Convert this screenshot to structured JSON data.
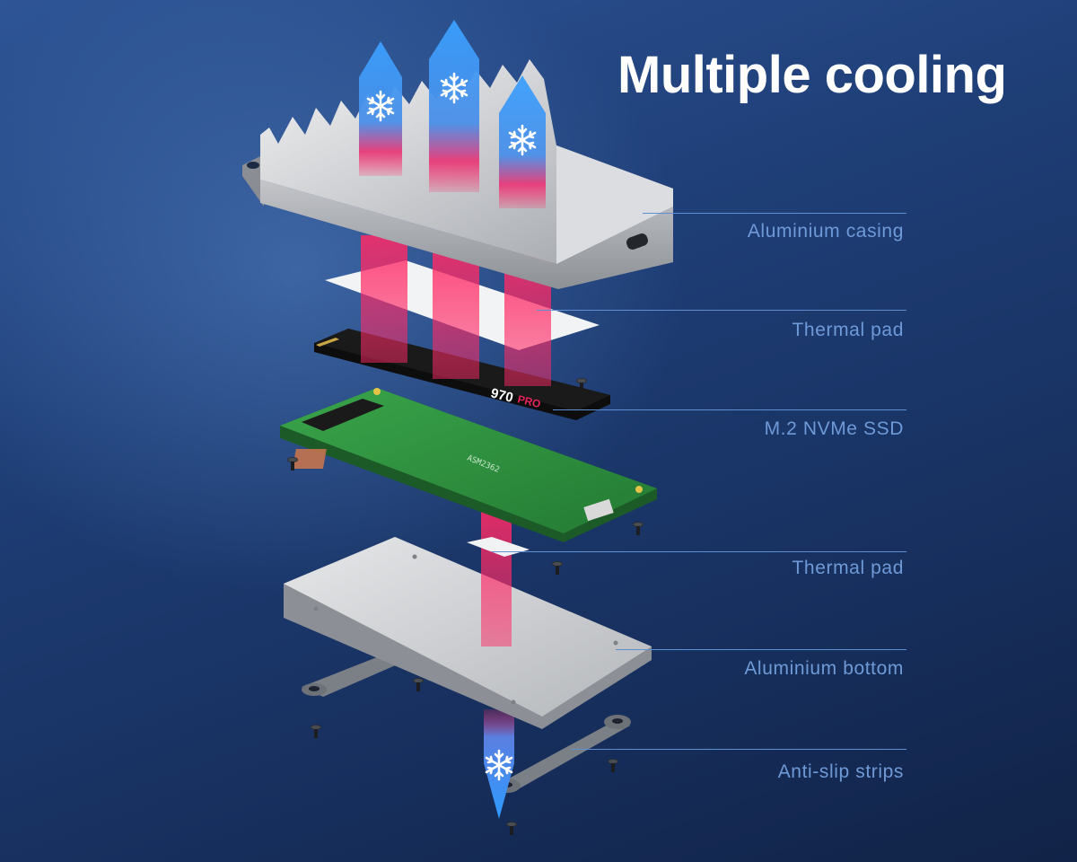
{
  "title": "Multiple cooling",
  "layers": [
    {
      "label": "Aluminium casing"
    },
    {
      "label": "Thermal pad"
    },
    {
      "label": "M.2 NVMe SSD"
    },
    {
      "label": "Thermal pad"
    },
    {
      "label": "Aluminium bottom"
    },
    {
      "label": "Anti-slip strips"
    }
  ],
  "ssd_print": {
    "model": "970",
    "brand": "PRO"
  },
  "board_print": "ASM2362",
  "colors": {
    "heat": "#e8245c",
    "cool": "#2f8fe6",
    "leader": "#5f8fd3",
    "label": "#6f9ad8"
  },
  "icons": [
    "snowflake-icon"
  ]
}
